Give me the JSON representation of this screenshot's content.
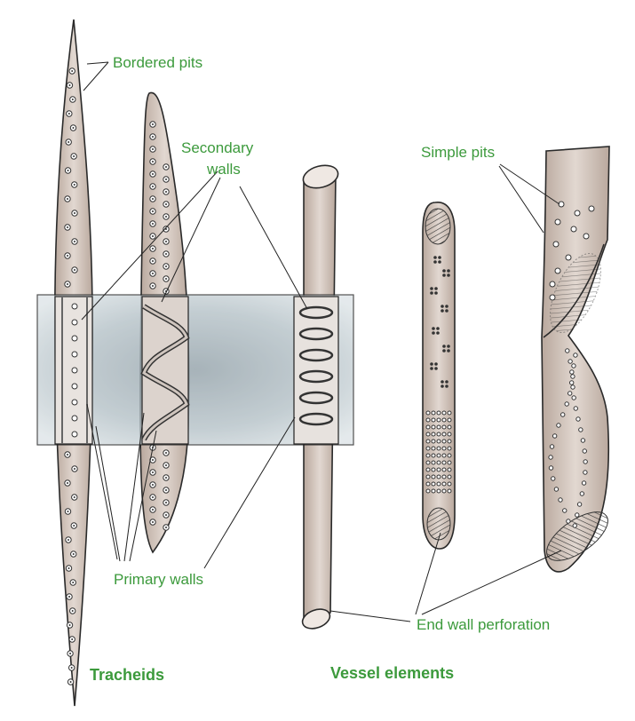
{
  "colors": {
    "label": "#3c9a3c",
    "cell_fill": "#cbbdb4",
    "cell_stroke": "#2a2a2a",
    "window_fill": "#b9c6cc"
  },
  "labels": {
    "bordered_pits": "Bordered pits",
    "secondary_walls_line1": "Secondary",
    "secondary_walls_line2": "walls",
    "simple_pits": "Simple pits",
    "primary_walls": "Primary walls",
    "end_wall_perforation": "End wall perforation",
    "tracheids": "Tracheids",
    "vessel_elements": "Vessel elements"
  }
}
